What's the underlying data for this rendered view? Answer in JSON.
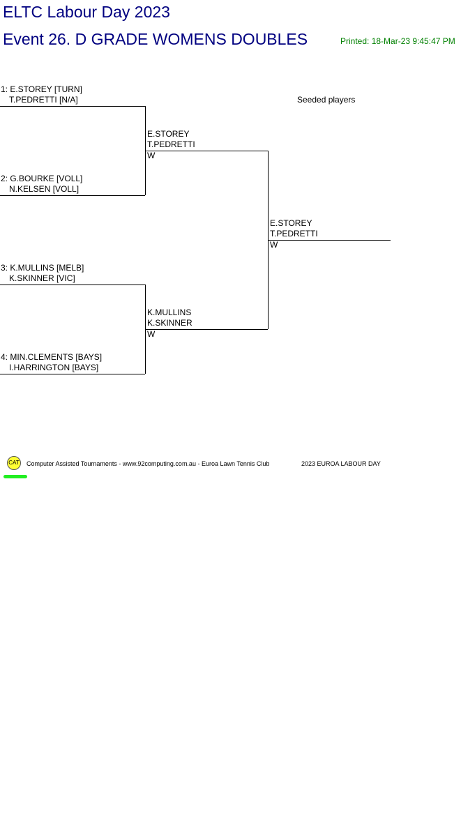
{
  "header": {
    "tournament_title": "ELTC Labour Day 2023",
    "event_title": "Event 26. D GRADE WOMENS DOUBLES",
    "printed": "Printed: 18-Mar-23 9:45:47 PM"
  },
  "legend": {
    "seeded_label": "Seeded players"
  },
  "draw": {
    "round1": [
      {
        "seed_label": "1: ",
        "player1": "E.STOREY [TURN]",
        "player2": "T.PEDRETTI [N/A]"
      },
      {
        "seed_label": "2: ",
        "player1": "G.BOURKE [VOLL]",
        "player2": "N.KELSEN [VOLL]"
      },
      {
        "seed_label": "3: ",
        "player1": "K.MULLINS [MELB]",
        "player2": "K.SKINNER [VIC]"
      },
      {
        "seed_label": "4: ",
        "player1": "MIN.CLEMENTS [BAYS]",
        "player2": "I.HARRINGTON [BAYS]"
      }
    ],
    "semifinal_winners": [
      {
        "player1": "E.STOREY",
        "player2": "T.PEDRETTI",
        "result": "W"
      },
      {
        "player1": "K.MULLINS",
        "player2": "K.SKINNER",
        "result": "W"
      }
    ],
    "final_winner": {
      "player1": "E.STOREY",
      "player2": "T.PEDRETTI",
      "result": "W"
    }
  },
  "footer": {
    "logo_text": "CAT",
    "credit": "Computer Assisted Tournaments - www.92computing.com.au -  Euroa Lawn Tennis Club",
    "tournament": "2023 EUROA LABOUR DAY"
  }
}
